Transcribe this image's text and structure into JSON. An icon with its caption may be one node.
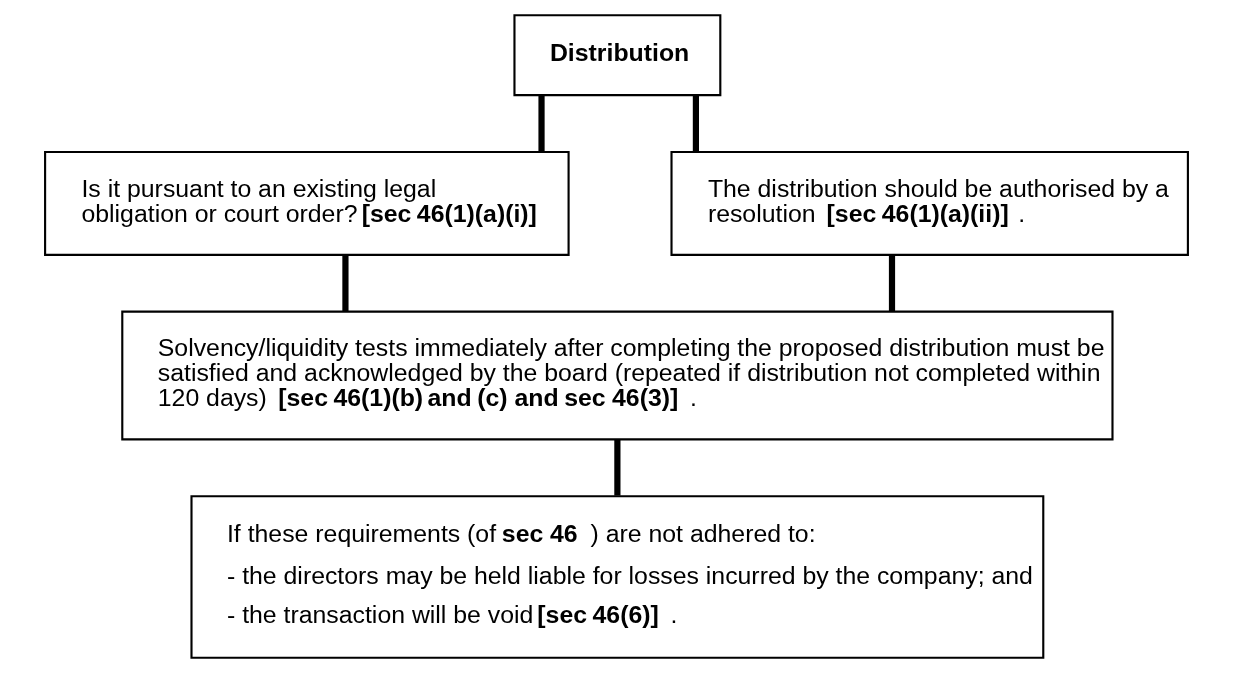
{
  "diagram": {
    "nodes": [
      {
        "text": [
          "Distribution"
        ]
      },
      {
        "text": [
          "Is it pursuant to an existing legal obligation or court order? **[sec 46(1)(a)(i)]**"
        ]
      },
      {
        "text": [
          "The distribution should be authorised by a resolution **[sec 46(1)(a)(ii)]**."
        ]
      },
      {
        "text": [
          "Solvency/liquidity tests immediately after completing the proposed distribution must be satisfied and acknowledged by the board (repeated if distribution not completed within 120 days) **[sec 46(1)(b) and (c) and sec 46(3)]**."
        ]
      },
      {
        "text": [
          "If these requirements (of **sec 46**) are not adhered to:",
          "- the directors may be held liable for losses incurred by the company; and",
          "- the transaction will be void **[sec 46(6)]**."
        ]
      }
    ],
    "edges": [
      {
        "from": 0,
        "to": 1,
        "arrow": "none"
      },
      {
        "from": 0,
        "to": 2,
        "arrow": "none"
      },
      {
        "from": 1,
        "to": 3,
        "arrow": "none"
      },
      {
        "from": 2,
        "to": 3,
        "arrow": "none"
      },
      {
        "from": 3,
        "to": 4,
        "arrow": "none"
      }
    ]
  }
}
